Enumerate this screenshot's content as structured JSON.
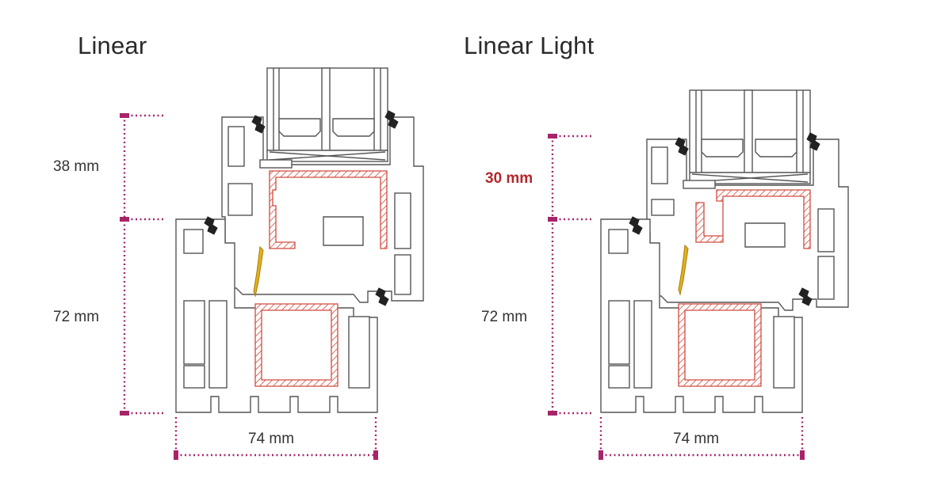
{
  "colors": {
    "dimension": "#a8246a",
    "highlight_text": "#b3282d",
    "profile_stroke": "#555555",
    "reinforcement": "#d14b3f",
    "seal": "#222222",
    "gasket": "#e2b21c"
  },
  "panels": [
    {
      "title": "Linear",
      "dim_top": {
        "label": "38 mm",
        "highlight": false
      },
      "dim_bottom": {
        "label": "72 mm",
        "highlight": false
      },
      "dim_width": {
        "label": "74 mm",
        "highlight": false
      }
    },
    {
      "title": "Linear Light",
      "dim_top": {
        "label": "30 mm",
        "highlight": true
      },
      "dim_bottom": {
        "label": "72 mm",
        "highlight": false
      },
      "dim_width": {
        "label": "74 mm",
        "highlight": false
      }
    }
  ]
}
